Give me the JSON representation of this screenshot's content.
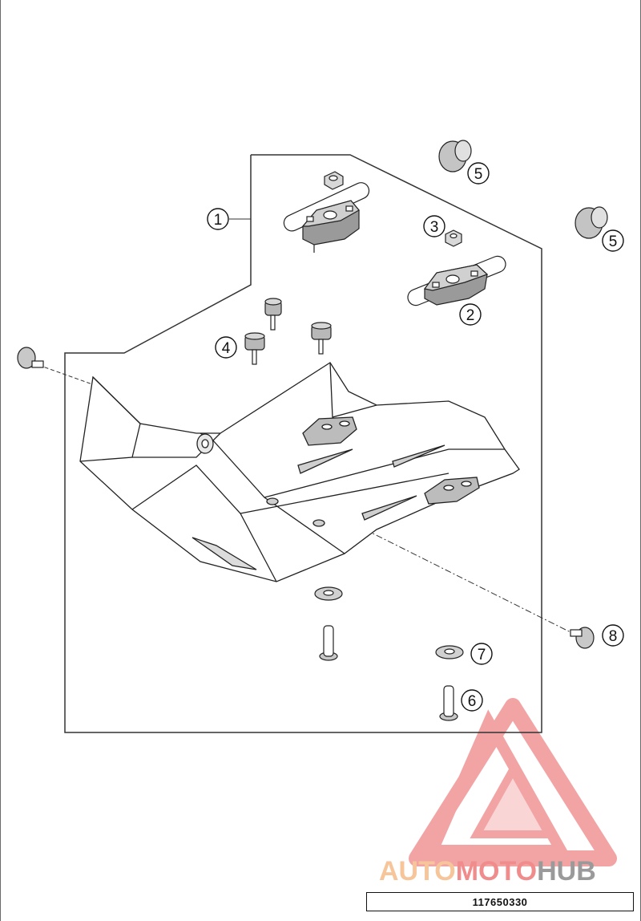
{
  "callouts": {
    "c1": "1",
    "c2": "2",
    "c3": "3",
    "c4": "4",
    "c5a": "5",
    "c5b": "5",
    "c6": "6",
    "c7": "7",
    "c8": "8"
  },
  "watermark": {
    "part1": "AUTO",
    "part2": "MOTO",
    "part3": "HUB",
    "color_auto": "#f6c59a",
    "color_moto": "#f08c8c",
    "color_hub": "#9a9a9a"
  },
  "reference_number": "117650330"
}
